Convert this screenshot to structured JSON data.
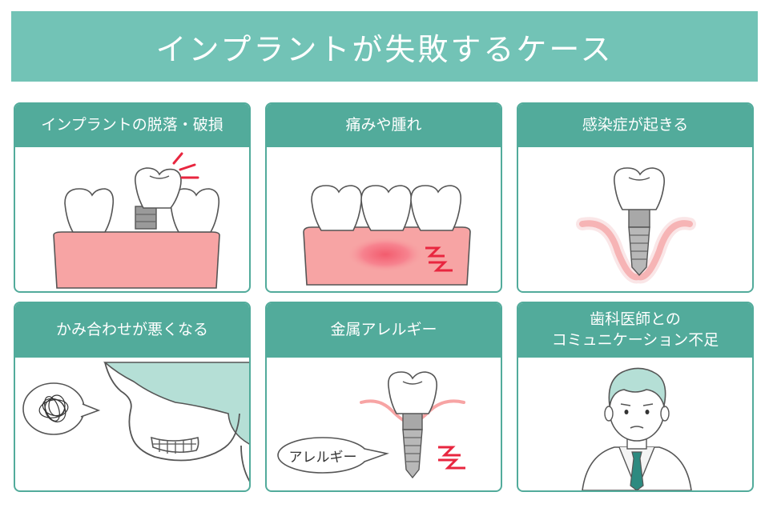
{
  "banner": {
    "title": "インプラントが失敗するケース"
  },
  "cards": [
    {
      "title": "インプラントの脱落・破損"
    },
    {
      "title": "痛みや腫れ"
    },
    {
      "title": "感染症が起きる"
    },
    {
      "title": "かみ合わせが悪くなる"
    },
    {
      "title": "金属アレルギー"
    },
    {
      "title_line1": "歯科医師との",
      "title_line2": "コミュニケーション不足"
    }
  ],
  "allergy_bubble": {
    "text": "アレルギー"
  },
  "colors": {
    "banner": "#72c3b6",
    "card_header": "#52ab9b",
    "gum": "#f7a4a4",
    "inflammation": "#f25c6e",
    "alert": "#e8263f",
    "face": "#b5dfd6"
  }
}
